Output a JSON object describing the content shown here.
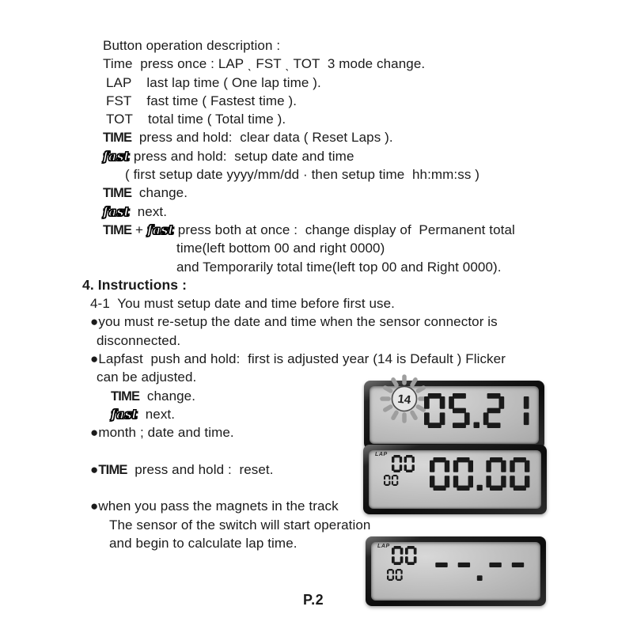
{
  "page": {
    "footer": "P.2"
  },
  "colors": {
    "segment": "#1a1a1a",
    "ray": "#9e9e9e",
    "lcd_circle_fill": "#e6e6e6",
    "lcd_circle_stroke": "#4a4a4a"
  },
  "doc": {
    "lines": [
      {
        "ind": "b",
        "parts": [
          {
            "t": "Button operation description :"
          }
        ]
      },
      {
        "ind": "b",
        "parts": [
          {
            "t": "Time  press once : LAP ˎ FST ˎ TOT  3 mode change."
          }
        ]
      },
      {
        "ind": "c",
        "parts": [
          {
            "t": "LAP    last lap time ( One lap time )."
          }
        ]
      },
      {
        "ind": "c",
        "parts": [
          {
            "t": "FST    fast time ( Fastest time )."
          }
        ]
      },
      {
        "ind": "c",
        "parts": [
          {
            "t": "TOT    total time ( Total time )."
          }
        ]
      },
      {
        "ind": "b",
        "parts": [
          {
            "t": "TIME",
            "s": "time"
          },
          {
            "t": "  press and hold:  clear data ( Reset Laps )."
          }
        ]
      },
      {
        "ind": "b",
        "parts": [
          {
            "t": "fast",
            "s": "fast"
          },
          {
            "t": " press and hold:  setup date and time"
          }
        ]
      },
      {
        "ind": "f",
        "parts": [
          {
            "t": "( first setup date yyyy/mm/dd · then setup time  hh:mm:ss )"
          }
        ]
      },
      {
        "ind": "b",
        "parts": [
          {
            "t": "TIME",
            "s": "time"
          },
          {
            "t": "  change."
          }
        ]
      },
      {
        "ind": "b",
        "parts": [
          {
            "t": "fast",
            "s": "fast"
          },
          {
            "t": "  next."
          }
        ]
      },
      {
        "ind": "b",
        "parts": [
          {
            "t": "TIME",
            "s": "time"
          },
          {
            "t": " + "
          },
          {
            "t": "fast",
            "s": "fast"
          },
          {
            "t": " press both at once :  change display of  Permanent total"
          }
        ]
      },
      {
        "ind": "g",
        "parts": [
          {
            "t": "time(left bottom 00 and right 0000)"
          }
        ]
      },
      {
        "ind": "g",
        "parts": [
          {
            "t": "and Temporarily total time(left top 00 and Right 0000)."
          }
        ]
      },
      {
        "ind": "a",
        "parts": [
          {
            "t": "4. Instructions :",
            "s": "bold"
          }
        ]
      },
      {
        "ind": "h",
        "parts": [
          {
            "t": "4-1  You must setup date and time before first use."
          }
        ]
      },
      {
        "ind": "h",
        "parts": [
          {
            "t": "●you must re-setup the date and time when the sensor connector is"
          }
        ]
      },
      {
        "ind": "d",
        "parts": [
          {
            "t": "disconnected."
          }
        ]
      },
      {
        "ind": "h",
        "parts": [
          {
            "t": "●Lapfast  push and hold:  first is adjusted year (14 is Default ) Flicker"
          }
        ]
      },
      {
        "ind": "d",
        "parts": [
          {
            "t": "can be adjusted."
          }
        ]
      },
      {
        "ind": "e",
        "parts": [
          {
            "t": "TIME",
            "s": "time"
          },
          {
            "t": "  change."
          }
        ]
      },
      {
        "ind": "e",
        "parts": [
          {
            "t": "fast",
            "s": "fast"
          },
          {
            "t": "  next."
          }
        ]
      },
      {
        "ind": "h",
        "parts": [
          {
            "t": "●month ; date and time."
          }
        ]
      },
      {
        "parts": []
      },
      {
        "ind": "h",
        "parts": [
          {
            "t": "●"
          },
          {
            "t": "TIME",
            "s": "time"
          },
          {
            "t": "  press and hold :  reset."
          }
        ]
      },
      {
        "parts": []
      },
      {
        "ind": "h",
        "parts": [
          {
            "t": "●when you pass the magnets in the track"
          }
        ]
      },
      {
        "ind": "j",
        "parts": [
          {
            "t": "The sensor of the switch will start operation"
          }
        ]
      },
      {
        "ind": "j",
        "parts": [
          {
            "t": "and begin to calculate lap time."
          }
        ]
      }
    ]
  },
  "lcds": [
    {
      "name": "date-setup",
      "flicker_value": "14",
      "main": "05.21"
    },
    {
      "name": "lap-reset",
      "label": "LAP",
      "lap_top": "00",
      "lap_bottom": "00",
      "main": "00.00"
    },
    {
      "name": "lap-running",
      "label": "LAP",
      "lap_top": "00",
      "lap_bottom": "00",
      "main": "--.--"
    }
  ]
}
